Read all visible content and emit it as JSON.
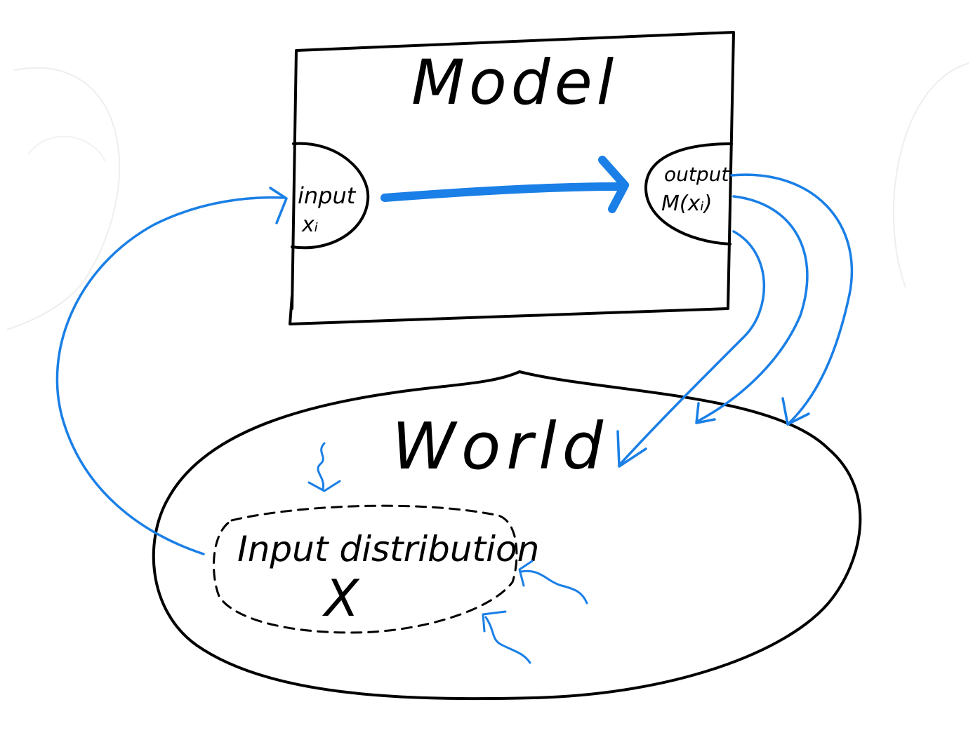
{
  "model": {
    "title": "Model",
    "input_label": "input",
    "input_var": "xᵢ",
    "output_label": "output",
    "output_var": "M(xᵢ)"
  },
  "world": {
    "title": "World",
    "distribution_label": "Input distribution",
    "distribution_var": "X"
  },
  "colors": {
    "ink": "#000000",
    "arrow": "#1a7fe6",
    "faint": "#eeeeee"
  }
}
